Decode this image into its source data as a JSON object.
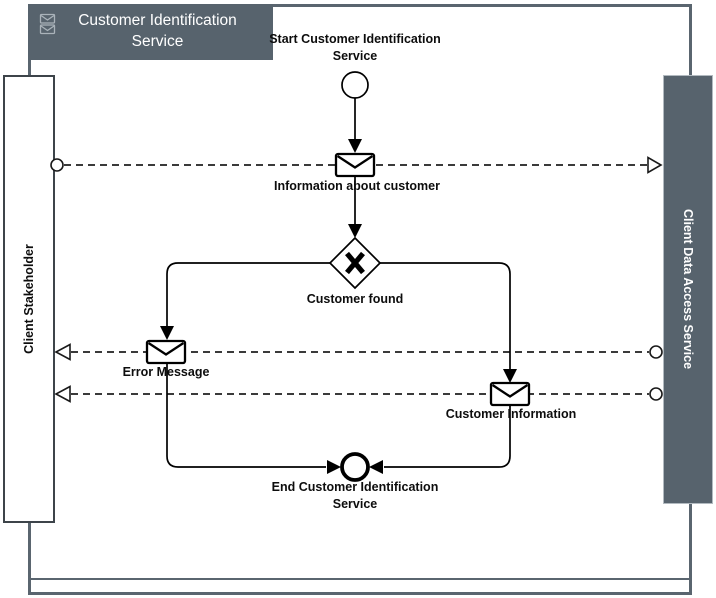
{
  "pool": {
    "title": "Customer Identification\nService",
    "icon": "stacked-envelopes-icon"
  },
  "lanes": {
    "left": {
      "label": "Client Stakeholder"
    },
    "right": {
      "label": "Client Data Access Service"
    }
  },
  "nodes": {
    "start_event": {
      "type": "start-event",
      "label": "Start Customer Identification\nService"
    },
    "message_info": {
      "type": "message-envelope",
      "label": "Information about customer"
    },
    "gateway": {
      "type": "exclusive-gateway",
      "label": "Customer found"
    },
    "message_error": {
      "type": "message-envelope",
      "label": "Error Message"
    },
    "message_customer_info": {
      "type": "message-envelope",
      "label": "Customer Information"
    },
    "end_event": {
      "type": "end-event",
      "label": "End Customer Identification\nService"
    }
  },
  "colors": {
    "pool_fill": "#57636d",
    "pool_border": "#5a656f",
    "line": "#000000",
    "text_on_dark": "#ffffff",
    "text": "#0d0d0d"
  }
}
